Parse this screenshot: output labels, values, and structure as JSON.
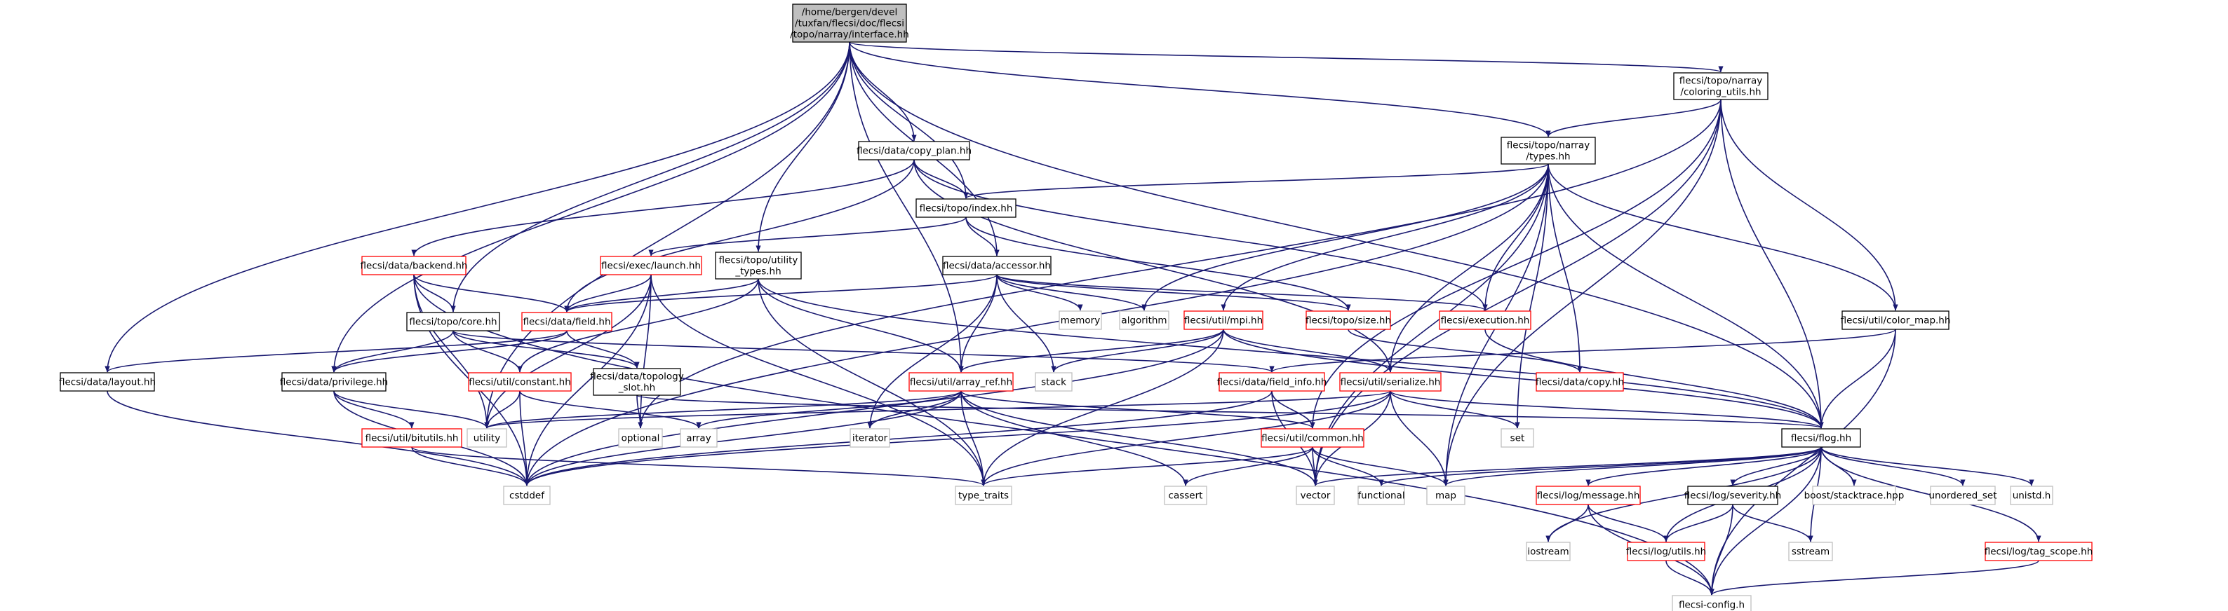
{
  "graph": {
    "colors": {
      "edge": "#191970",
      "node_border_linked": "#000000",
      "node_border_truncated": "#ff0000",
      "node_border_system": "#bfbfbf",
      "root_fill": "#bfbfbf",
      "node_fill": "#ffffff"
    },
    "nodes": [
      {
        "id": "root",
        "lines": [
          "/home/bergen/devel",
          "/tuxfan/flecsi/doc/flecsi",
          "/topo/narray/interface.hh"
        ],
        "kind": "root"
      },
      {
        "id": "coloring_utils",
        "lines": [
          "flecsi/topo/narray",
          "/coloring_utils.hh"
        ],
        "kind": "linked"
      },
      {
        "id": "copy_plan",
        "lines": [
          "flecsi/data/copy_plan.hh"
        ],
        "kind": "linked"
      },
      {
        "id": "narray_types",
        "lines": [
          "flecsi/topo/narray",
          "/types.hh"
        ],
        "kind": "linked"
      },
      {
        "id": "index",
        "lines": [
          "flecsi/topo/index.hh"
        ],
        "kind": "linked"
      },
      {
        "id": "backend",
        "lines": [
          "flecsi/data/backend.hh"
        ],
        "kind": "truncated"
      },
      {
        "id": "launch",
        "lines": [
          "flecsi/exec/launch.hh"
        ],
        "kind": "truncated"
      },
      {
        "id": "utility_types",
        "lines": [
          "flecsi/topo/utility",
          "_types.hh"
        ],
        "kind": "linked"
      },
      {
        "id": "accessor",
        "lines": [
          "flecsi/data/accessor.hh"
        ],
        "kind": "linked"
      },
      {
        "id": "core",
        "lines": [
          "flecsi/topo/core.hh"
        ],
        "kind": "linked"
      },
      {
        "id": "field",
        "lines": [
          "flecsi/data/field.hh"
        ],
        "kind": "truncated"
      },
      {
        "id": "memory",
        "lines": [
          "memory"
        ],
        "kind": "system"
      },
      {
        "id": "algorithm",
        "lines": [
          "algorithm"
        ],
        "kind": "system"
      },
      {
        "id": "mpi",
        "lines": [
          "flecsi/util/mpi.hh"
        ],
        "kind": "truncated"
      },
      {
        "id": "topo_size",
        "lines": [
          "flecsi/topo/size.hh"
        ],
        "kind": "truncated"
      },
      {
        "id": "execution",
        "lines": [
          "flecsi/execution.hh"
        ],
        "kind": "truncated"
      },
      {
        "id": "color_map",
        "lines": [
          "flecsi/util/color_map.hh"
        ],
        "kind": "linked"
      },
      {
        "id": "layout",
        "lines": [
          "flecsi/data/layout.hh"
        ],
        "kind": "linked"
      },
      {
        "id": "privilege",
        "lines": [
          "flecsi/data/privilege.hh"
        ],
        "kind": "linked"
      },
      {
        "id": "constant",
        "lines": [
          "flecsi/util/constant.hh"
        ],
        "kind": "truncated"
      },
      {
        "id": "topology_slot",
        "lines": [
          "flecsi/data/topology",
          "_slot.hh"
        ],
        "kind": "linked"
      },
      {
        "id": "array_ref",
        "lines": [
          "flecsi/util/array_ref.hh"
        ],
        "kind": "truncated"
      },
      {
        "id": "stack",
        "lines": [
          "stack"
        ],
        "kind": "system"
      },
      {
        "id": "field_info",
        "lines": [
          "flecsi/data/field_info.hh"
        ],
        "kind": "truncated"
      },
      {
        "id": "serialize",
        "lines": [
          "flecsi/util/serialize.hh"
        ],
        "kind": "truncated"
      },
      {
        "id": "data_copy",
        "lines": [
          "flecsi/data/copy.hh"
        ],
        "kind": "truncated"
      },
      {
        "id": "flog",
        "lines": [
          "flecsi/flog.hh"
        ],
        "kind": "linked"
      },
      {
        "id": "bitutils",
        "lines": [
          "flecsi/util/bitutils.hh"
        ],
        "kind": "truncated"
      },
      {
        "id": "utility",
        "lines": [
          "utility"
        ],
        "kind": "system"
      },
      {
        "id": "optional",
        "lines": [
          "optional"
        ],
        "kind": "system"
      },
      {
        "id": "array",
        "lines": [
          "array"
        ],
        "kind": "system"
      },
      {
        "id": "iterator",
        "lines": [
          "iterator"
        ],
        "kind": "system"
      },
      {
        "id": "set",
        "lines": [
          "set"
        ],
        "kind": "system"
      },
      {
        "id": "common",
        "lines": [
          "flecsi/util/common.hh"
        ],
        "kind": "truncated"
      },
      {
        "id": "cstddef",
        "lines": [
          "cstddef"
        ],
        "kind": "system"
      },
      {
        "id": "type_traits",
        "lines": [
          "type_traits"
        ],
        "kind": "system"
      },
      {
        "id": "cassert",
        "lines": [
          "cassert"
        ],
        "kind": "system"
      },
      {
        "id": "vector",
        "lines": [
          "vector"
        ],
        "kind": "system"
      },
      {
        "id": "functional",
        "lines": [
          "functional"
        ],
        "kind": "system"
      },
      {
        "id": "map",
        "lines": [
          "map"
        ],
        "kind": "system"
      },
      {
        "id": "log_message",
        "lines": [
          "flecsi/log/message.hh"
        ],
        "kind": "truncated"
      },
      {
        "id": "severity",
        "lines": [
          "flecsi/log/severity.hh"
        ],
        "kind": "linked"
      },
      {
        "id": "stacktrace",
        "lines": [
          "boost/stacktrace.hpp"
        ],
        "kind": "system"
      },
      {
        "id": "unordered_set",
        "lines": [
          "unordered_set"
        ],
        "kind": "system"
      },
      {
        "id": "unistd",
        "lines": [
          "unistd.h"
        ],
        "kind": "system"
      },
      {
        "id": "iostream",
        "lines": [
          "iostream"
        ],
        "kind": "system"
      },
      {
        "id": "log_utils",
        "lines": [
          "flecsi/log/utils.hh"
        ],
        "kind": "truncated"
      },
      {
        "id": "sstream",
        "lines": [
          "sstream"
        ],
        "kind": "system"
      },
      {
        "id": "tag_scope",
        "lines": [
          "flecsi/log/tag_scope.hh"
        ],
        "kind": "truncated"
      },
      {
        "id": "flecsi_config",
        "lines": [
          "flecsi-config.h"
        ],
        "kind": "system"
      }
    ],
    "edges": [
      [
        "root",
        "coloring_utils"
      ],
      [
        "root",
        "narray_types"
      ],
      [
        "root",
        "copy_plan"
      ],
      [
        "root",
        "index"
      ],
      [
        "root",
        "utility_types"
      ],
      [
        "root",
        "accessor"
      ],
      [
        "root",
        "core"
      ],
      [
        "root",
        "array_ref"
      ],
      [
        "root",
        "privilege"
      ],
      [
        "root",
        "layout"
      ],
      [
        "root",
        "utility"
      ],
      [
        "root",
        "flog"
      ],
      [
        "coloring_utils",
        "narray_types"
      ],
      [
        "coloring_utils",
        "color_map"
      ],
      [
        "coloring_utils",
        "flog"
      ],
      [
        "coloring_utils",
        "optional"
      ],
      [
        "coloring_utils",
        "common"
      ],
      [
        "coloring_utils",
        "vector"
      ],
      [
        "coloring_utils",
        "map"
      ],
      [
        "copy_plan",
        "index"
      ],
      [
        "copy_plan",
        "backend"
      ],
      [
        "copy_plan",
        "field"
      ],
      [
        "copy_plan",
        "execution"
      ],
      [
        "copy_plan",
        "serialize"
      ],
      [
        "narray_types",
        "index"
      ],
      [
        "narray_types",
        "algorithm"
      ],
      [
        "narray_types",
        "mpi"
      ],
      [
        "narray_types",
        "execution"
      ],
      [
        "narray_types",
        "data_copy"
      ],
      [
        "narray_types",
        "color_map"
      ],
      [
        "narray_types",
        "flog"
      ],
      [
        "narray_types",
        "serialize"
      ],
      [
        "narray_types",
        "set"
      ],
      [
        "narray_types",
        "vector"
      ],
      [
        "narray_types",
        "map"
      ],
      [
        "narray_types",
        "cstddef"
      ],
      [
        "index",
        "accessor"
      ],
      [
        "index",
        "launch"
      ],
      [
        "index",
        "topo_size"
      ],
      [
        "backend",
        "core"
      ],
      [
        "backend",
        "field"
      ],
      [
        "backend",
        "utility"
      ],
      [
        "backend",
        "cstddef"
      ],
      [
        "backend",
        "flecsi_config"
      ],
      [
        "launch",
        "field"
      ],
      [
        "launch",
        "utility"
      ],
      [
        "launch",
        "optional"
      ],
      [
        "launch",
        "type_traits"
      ],
      [
        "launch",
        "cstddef"
      ],
      [
        "utility_types",
        "constant"
      ],
      [
        "utility_types",
        "array_ref"
      ],
      [
        "utility_types",
        "type_traits"
      ],
      [
        "utility_types",
        "flog"
      ],
      [
        "utility_types",
        "field"
      ],
      [
        "accessor",
        "field"
      ],
      [
        "accessor",
        "memory"
      ],
      [
        "accessor",
        "algorithm"
      ],
      [
        "accessor",
        "stack"
      ],
      [
        "accessor",
        "iterator"
      ],
      [
        "accessor",
        "array_ref"
      ],
      [
        "accessor",
        "topo_size"
      ],
      [
        "accessor",
        "execution"
      ],
      [
        "core",
        "privilege"
      ],
      [
        "core",
        "topology_slot"
      ],
      [
        "core",
        "constant"
      ],
      [
        "core",
        "field_info"
      ],
      [
        "field",
        "layout"
      ],
      [
        "field",
        "privilege"
      ],
      [
        "field",
        "topology_slot"
      ],
      [
        "mpi",
        "array_ref"
      ],
      [
        "mpi",
        "serialize"
      ],
      [
        "mpi",
        "stack"
      ],
      [
        "mpi",
        "type_traits"
      ],
      [
        "mpi",
        "cstddef"
      ],
      [
        "mpi",
        "flog"
      ],
      [
        "topo_size",
        "data_copy"
      ],
      [
        "execution",
        "flog"
      ],
      [
        "color_map",
        "flog"
      ],
      [
        "color_map",
        "field_info"
      ],
      [
        "color_map",
        "flecsi_config"
      ],
      [
        "layout",
        "cstddef"
      ],
      [
        "privilege",
        "bitutils"
      ],
      [
        "privilege",
        "utility"
      ],
      [
        "privilege",
        "cstddef"
      ],
      [
        "constant",
        "utility"
      ],
      [
        "constant",
        "cstddef"
      ],
      [
        "constant",
        "array"
      ],
      [
        "topology_slot",
        "optional"
      ],
      [
        "topology_slot",
        "flog"
      ],
      [
        "array_ref",
        "utility"
      ],
      [
        "array_ref",
        "array"
      ],
      [
        "array_ref",
        "iterator"
      ],
      [
        "array_ref",
        "common"
      ],
      [
        "array_ref",
        "cstddef"
      ],
      [
        "array_ref",
        "type_traits"
      ],
      [
        "array_ref",
        "cassert"
      ],
      [
        "array_ref",
        "vector"
      ],
      [
        "field_info",
        "vector"
      ],
      [
        "field_info",
        "common"
      ],
      [
        "field_info",
        "cstddef"
      ],
      [
        "serialize",
        "flog"
      ],
      [
        "serialize",
        "set"
      ],
      [
        "serialize",
        "map"
      ],
      [
        "serialize",
        "vector"
      ],
      [
        "serialize",
        "type_traits"
      ],
      [
        "serialize",
        "cstddef"
      ],
      [
        "serialize",
        "utility"
      ],
      [
        "bitutils",
        "type_traits"
      ],
      [
        "bitutils",
        "cstddef"
      ],
      [
        "common",
        "cassert"
      ],
      [
        "common",
        "vector"
      ],
      [
        "common",
        "functional"
      ],
      [
        "common",
        "map"
      ],
      [
        "common",
        "type_traits"
      ],
      [
        "flog",
        "vector"
      ],
      [
        "flog",
        "functional"
      ],
      [
        "flog",
        "map"
      ],
      [
        "flog",
        "log_message"
      ],
      [
        "flog",
        "severity"
      ],
      [
        "flog",
        "stacktrace"
      ],
      [
        "flog",
        "unordered_set"
      ],
      [
        "flog",
        "unistd"
      ],
      [
        "flog",
        "iostream"
      ],
      [
        "flog",
        "log_utils"
      ],
      [
        "flog",
        "sstream"
      ],
      [
        "flog",
        "tag_scope"
      ],
      [
        "flog",
        "flecsi_config"
      ],
      [
        "log_message",
        "iostream"
      ],
      [
        "log_message",
        "log_utils"
      ],
      [
        "log_message",
        "flecsi_config"
      ],
      [
        "severity",
        "log_utils"
      ],
      [
        "severity",
        "sstream"
      ],
      [
        "severity",
        "flecsi_config"
      ],
      [
        "log_utils",
        "flecsi_config"
      ],
      [
        "tag_scope",
        "flecsi_config"
      ]
    ]
  }
}
